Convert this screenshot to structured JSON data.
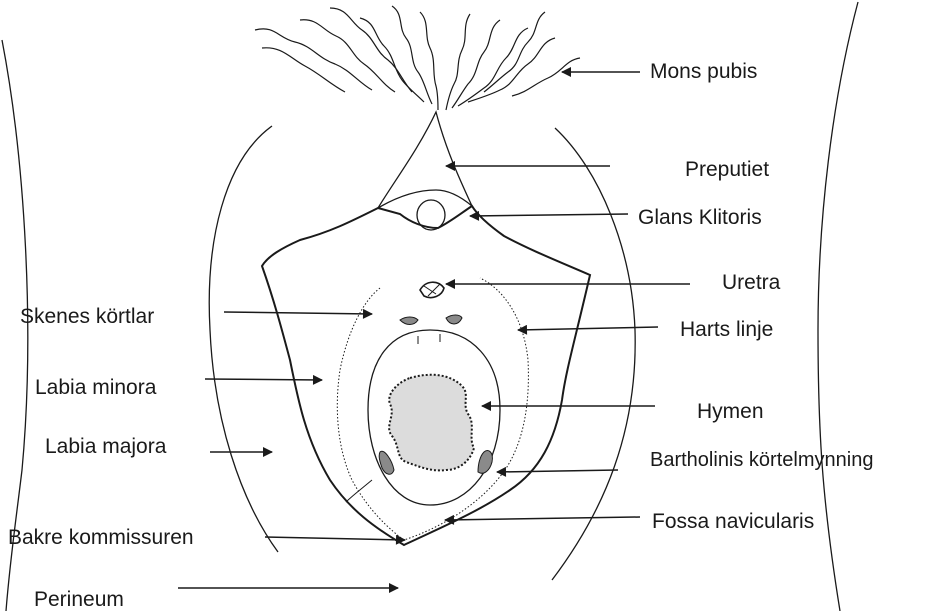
{
  "labels": {
    "mons_pubis": "Mons pubis",
    "preputiet": "Preputiet",
    "glans_klitoris": "Glans Klitoris",
    "uretra": "Uretra",
    "skenes_kortlar": "Skenes körtlar",
    "harts_linje": "Harts linje",
    "labia_minora": "Labia minora",
    "hymen": "Hymen",
    "labia_majora": "Labia majora",
    "bartholinis": "Bartholinis körtelmynning",
    "fossa_navicularis": "Fossa navicularis",
    "bakre_kommissuren": "Bakre kommissuren",
    "perineum": "Perineum"
  },
  "colors": {
    "line": "#1a1a1a",
    "hymen_fill": "#dcdcdc",
    "gland_fill": "#8a8a8a"
  }
}
